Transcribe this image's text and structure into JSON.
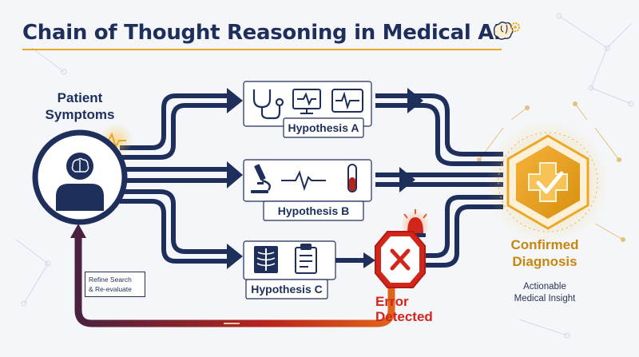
{
  "title": "Chain of Thought Reasoning in Medical AI",
  "input": {
    "label_line1": "Patient",
    "label_line2": "Symptoms"
  },
  "hypotheses": [
    {
      "label": "Hypothesis A",
      "icons": [
        "stethoscope-icon",
        "monitor-icon",
        "ecg-screen-icon"
      ]
    },
    {
      "label": "Hypothesis B",
      "icons": [
        "microscope-icon",
        "heartbeat-line-icon",
        "test-tube-icon"
      ]
    },
    {
      "label": "Hypothesis C",
      "icons": [
        "xray-icon",
        "clipboard-icon"
      ]
    }
  ],
  "output": {
    "label_line1": "Confirmed",
    "label_line2": "Diagnosis",
    "sub_line1": "Actionable",
    "sub_line2": "Medical Insight"
  },
  "error": {
    "label_line1": "Error",
    "label_line2": "Detected"
  },
  "feedback": {
    "line1": "Refine Search",
    "line2": "& Re-evaluate"
  },
  "colors": {
    "navy": "#1e2f5c",
    "gold": "#e9a825",
    "red": "#d2261a",
    "background": "#f4f6f9"
  }
}
